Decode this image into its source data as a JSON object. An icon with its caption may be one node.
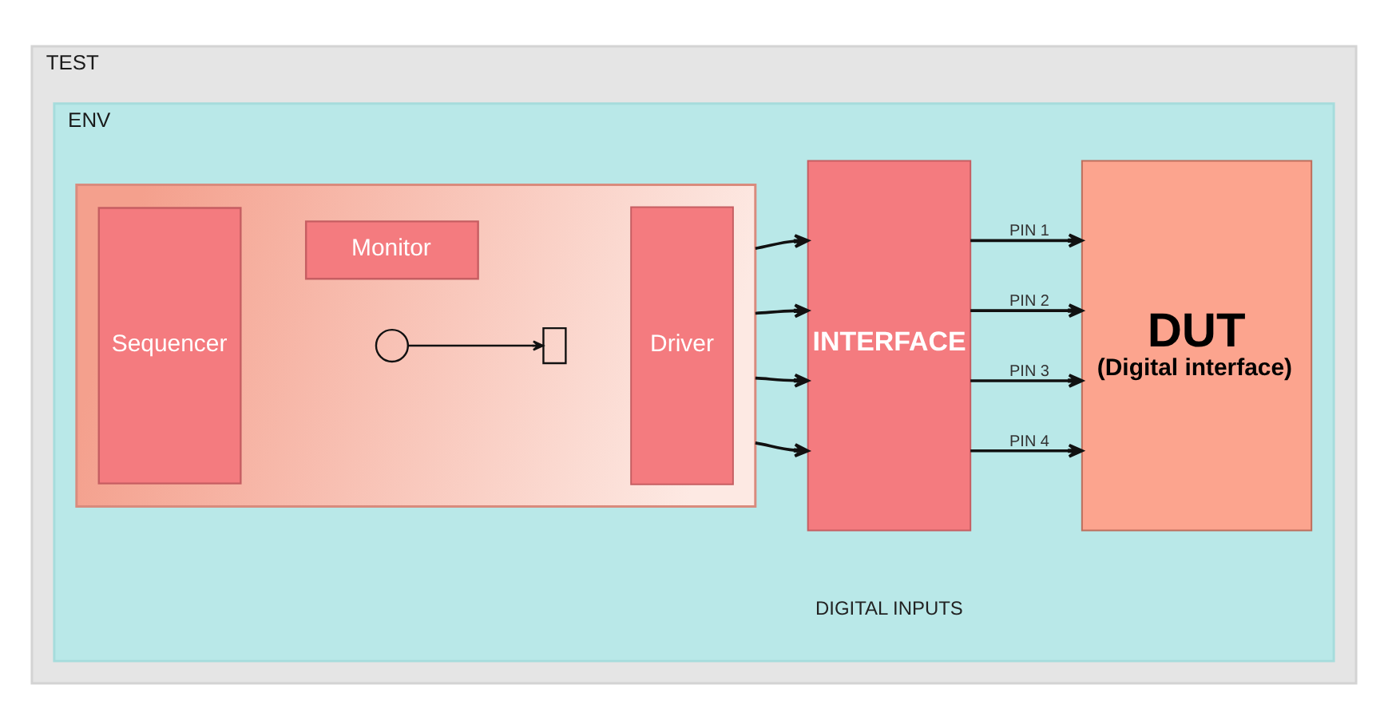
{
  "diagram": {
    "nodes": [
      {
        "text": [
          "TEST"
        ]
      },
      {
        "text": [
          "ENV"
        ],
        "in": 0
      },
      {
        "text": [],
        "shape": "box",
        "in": 1
      },
      {
        "text": [
          "Monitor"
        ],
        "in": 2
      },
      {
        "text": [
          "Sequencer"
        ],
        "in": 2
      },
      {
        "text": [],
        "shape": "circle",
        "in": 2
      },
      {
        "text": [],
        "shape": "box",
        "in": 2
      },
      {
        "text": [
          "Driver"
        ],
        "in": 2
      },
      {
        "text": [
          "INTERFACE"
        ],
        "in": 1,
        "beside": [
          "DIGITAL INPUTS"
        ]
      },
      {
        "text": [
          "DUT",
          "(Digital interface)"
        ],
        "in": 1
      }
    ],
    "edges": [
      {
        "from": 5,
        "to": 6,
        "arrow": "to"
      },
      {
        "from": 2,
        "to": 8,
        "arrow": "to"
      },
      {
        "from": 2,
        "to": 8,
        "arrow": "to"
      },
      {
        "from": 2,
        "to": 8,
        "arrow": "to"
      },
      {
        "from": 2,
        "to": 8,
        "arrow": "to"
      },
      {
        "from": 8,
        "to": 9,
        "label": "PIN 1",
        "arrow": "to"
      },
      {
        "from": 8,
        "to": 9,
        "label": "PIN 2",
        "arrow": "to"
      },
      {
        "from": 8,
        "to": 9,
        "label": "PIN 3",
        "arrow": "to"
      },
      {
        "from": 8,
        "to": 9,
        "label": "PIN 4",
        "arrow": "to"
      }
    ]
  }
}
